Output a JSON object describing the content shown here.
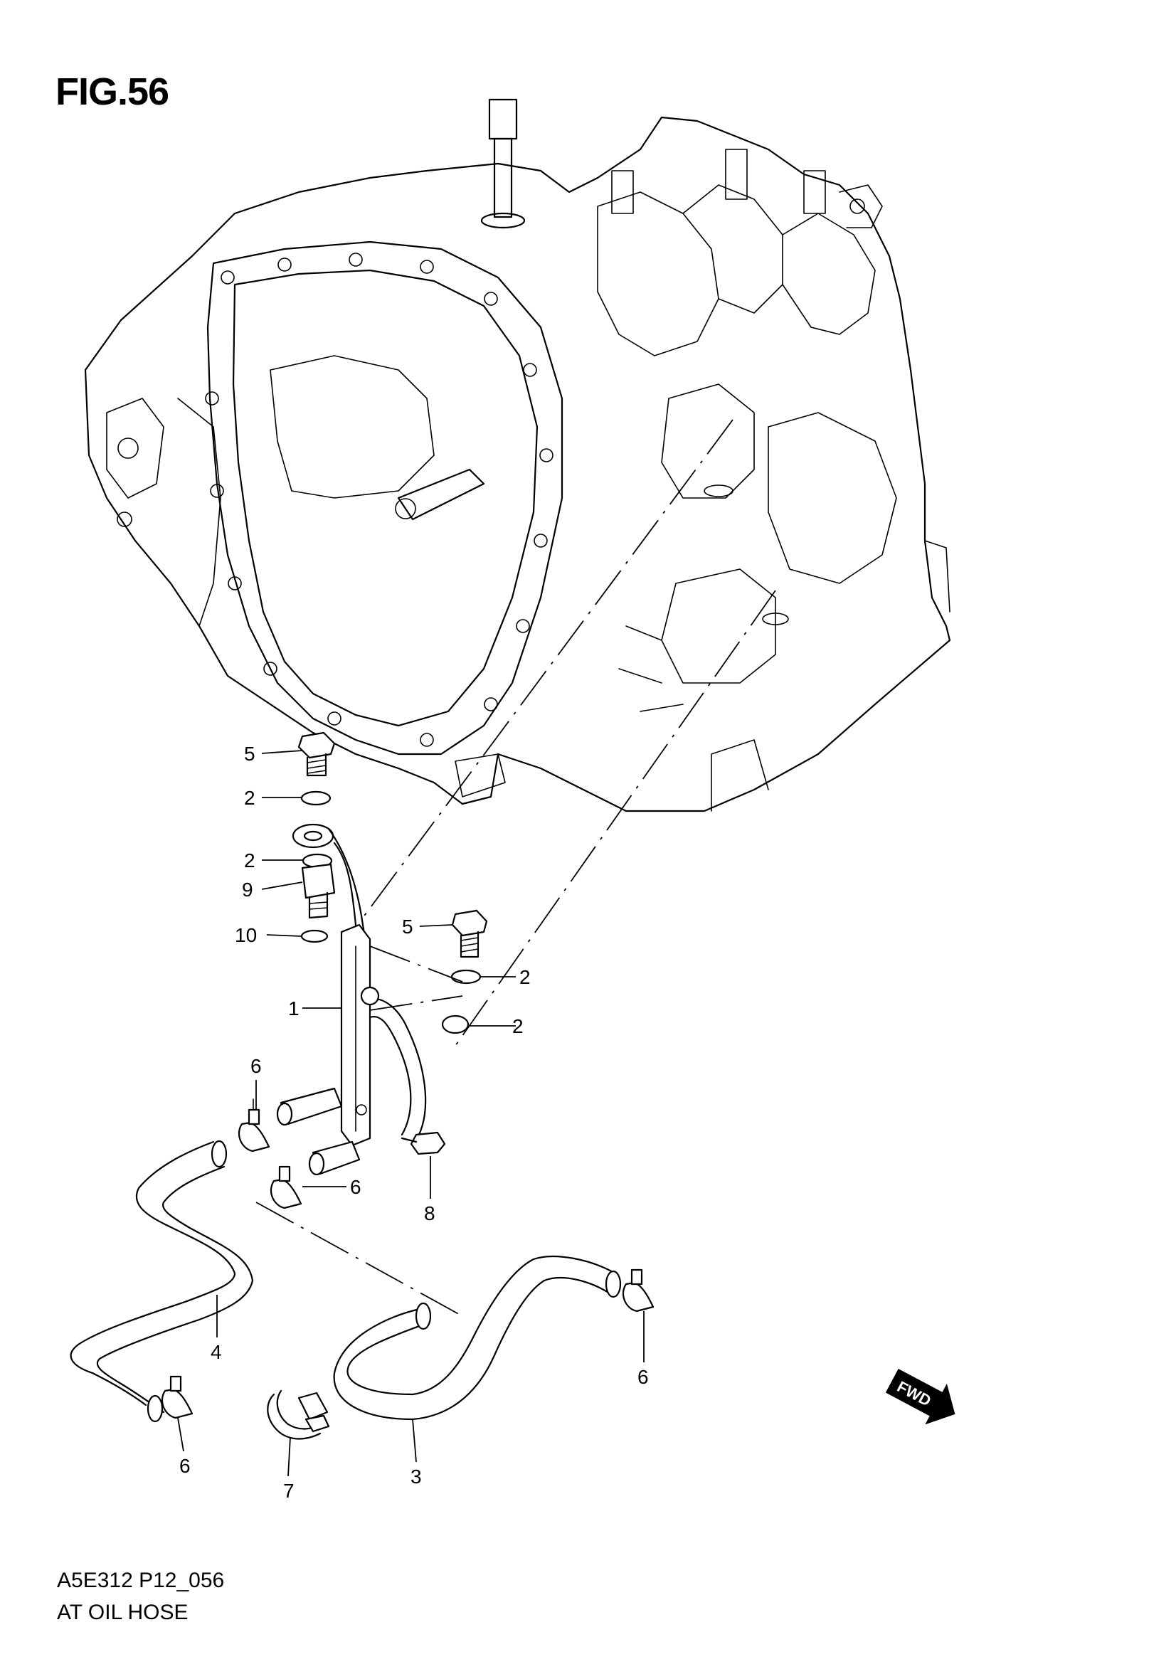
{
  "figure_title": "FIG.56",
  "footer": {
    "code": "A5E312 P12_056",
    "name": "AT OIL HOSE"
  },
  "fwd_badge": "FWD",
  "callouts": [
    {
      "id": "c5a",
      "label": "5"
    },
    {
      "id": "c2a",
      "label": "2"
    },
    {
      "id": "c2b",
      "label": "2"
    },
    {
      "id": "c9",
      "label": "9"
    },
    {
      "id": "c10",
      "label": "10"
    },
    {
      "id": "c5b",
      "label": "5"
    },
    {
      "id": "c2c",
      "label": "2"
    },
    {
      "id": "c1",
      "label": "1"
    },
    {
      "id": "c2d",
      "label": "2"
    },
    {
      "id": "c6a",
      "label": "6"
    },
    {
      "id": "c6b",
      "label": "6"
    },
    {
      "id": "c8",
      "label": "8"
    },
    {
      "id": "c4",
      "label": "4"
    },
    {
      "id": "c6c",
      "label": "6"
    },
    {
      "id": "c6d",
      "label": "6"
    },
    {
      "id": "c7",
      "label": "7"
    },
    {
      "id": "c3",
      "label": "3"
    }
  ]
}
